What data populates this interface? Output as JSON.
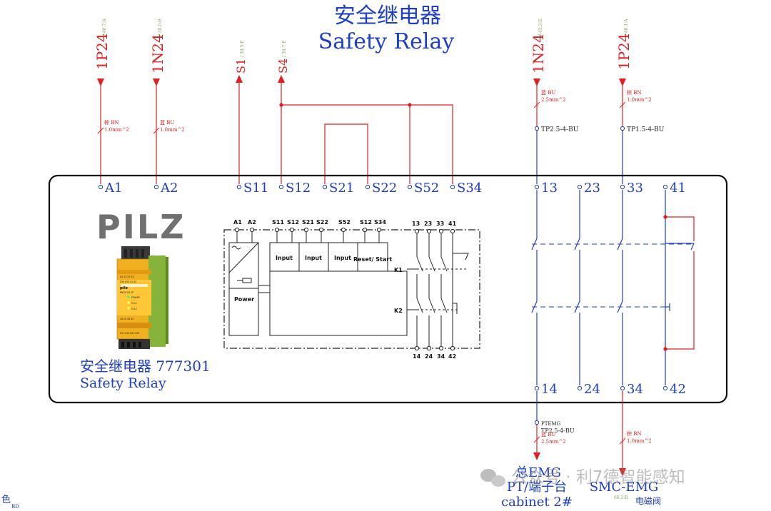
{
  "title": {
    "cn": "安全继电器",
    "en": "Safety Relay"
  },
  "signals": [
    {
      "name": "1P24",
      "ref": "/ 40.7:A",
      "wire": "棕 BN",
      "size": "1.0mm^2"
    },
    {
      "name": "1N24",
      "ref": "/ 38.5:B",
      "wire": "蓝 BU",
      "size": "1.0mm^2"
    },
    {
      "name": "S1",
      "ref": "/ 38.5:E"
    },
    {
      "name": "S4",
      "ref": "/ 38.7:E"
    },
    {
      "name": "1N24",
      "ref": "/ 42.3:E",
      "wire": "蓝 BU",
      "size": "2.5mm^2"
    },
    {
      "name": "1P24",
      "ref": "/ 40.1:A",
      "wire": "棕 BN",
      "size": "1.0mm^2"
    }
  ],
  "terminal_points": [
    "TP2.5-4-BU",
    "TP1.5-4-BU"
  ],
  "top_terminals": [
    "A1",
    "A2",
    "S11",
    "S12",
    "S21",
    "S22",
    "S52",
    "S34",
    "13",
    "23",
    "33",
    "41"
  ],
  "bottom_terminals": [
    "14",
    "24",
    "34",
    "42"
  ],
  "brand": "PILZ",
  "device": {
    "name_cn": "安全继电器 777301",
    "name_en": "Safety Relay"
  },
  "schematic": {
    "top_labels": [
      "A1",
      "A2",
      "S11",
      "S12",
      "S21",
      "S22",
      "S52",
      "S12",
      "S34",
      "13",
      "23",
      "33",
      "41"
    ],
    "bottom_labels": [
      "14",
      "24",
      "34",
      "42"
    ],
    "blocks": [
      "Input",
      "Input",
      "Input",
      "Reset/ Start",
      "Power"
    ],
    "relays": [
      "K1",
      "K2"
    ]
  },
  "module_face": {
    "top": "A1 13 23 33",
    "row2": "S34 S54 41 42",
    "brand": "pilz",
    "model": "PNOZ X2.7P",
    "leds": [
      "POWER",
      "CH.1",
      "CH.2"
    ],
    "bot1": "14 24 34 42",
    "bot2": "S11 S12 S21 S22"
  },
  "lower": {
    "pt_emg": "PTEMG",
    "tp": "TP2.5-4-BU",
    "left_wire": "蓝 BU",
    "left_size": "2.5mm^2",
    "right_wire": "棕 BN",
    "right_size": "1.0mm^2",
    "dest1_a": "总EMG",
    "dest1_b": "PT/端子台",
    "dest1_c": "cabinet 2#",
    "dest2_a": "SMC-EMG",
    "dest2_ref": "68.2:B",
    "dest2_b": "电磁阀"
  },
  "watermark": "公众号 · 利7德智能感知",
  "corner": {
    "a": "色",
    "b": "BD"
  }
}
